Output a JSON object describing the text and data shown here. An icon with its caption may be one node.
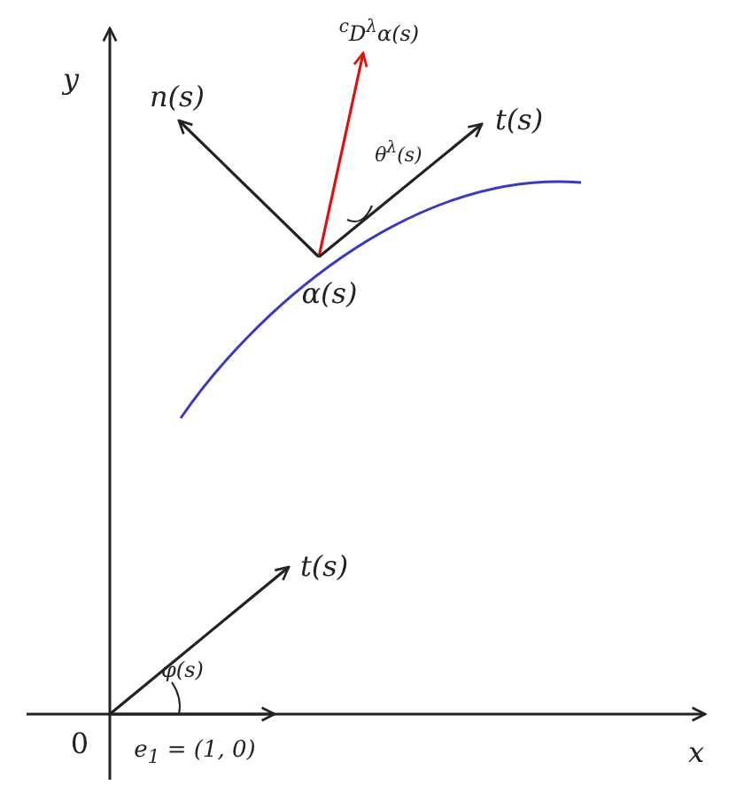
{
  "diagram": {
    "nodes": [
      {
        "text": [
          "α(s)"
        ]
      },
      {
        "text": [
          "n(s)"
        ]
      },
      {
        "text": [
          "$^{c}$D$^{λ}$α(s)"
        ]
      },
      {
        "text": [
          "t(s)"
        ]
      },
      {
        "text": [
          "0"
        ]
      },
      {
        "text": [
          "t(s)"
        ]
      },
      {
        "text": [
          "e$_{1}$ = (1, 0)"
        ]
      }
    ],
    "edges": [
      {
        "from": 0,
        "to": 1,
        "arrow": "to"
      },
      {
        "from": 0,
        "to": 2,
        "arrow": "to",
        "color": "#e01010"
      },
      {
        "from": 0,
        "to": 3,
        "arrow": "to"
      },
      {
        "from": 4,
        "to": 5,
        "arrow": "to"
      },
      {
        "from": 4,
        "to": 6,
        "arrow": "to"
      }
    ],
    "labels": [
      "y",
      "θ$^{λ}$(s)",
      "φ(s)",
      "x"
    ]
  }
}
